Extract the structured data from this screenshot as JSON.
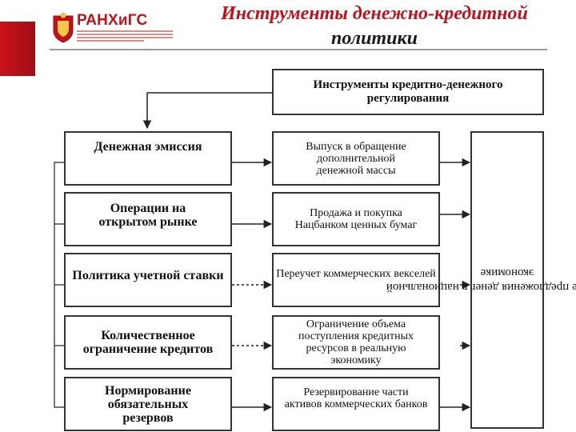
{
  "header": {
    "brand": "РАНХиГС",
    "title_line1": "Инструменты денежно-кредитной",
    "title_line2": "политики"
  },
  "diagram": {
    "top": "Инструменты кредитно-денежного регулирования",
    "instruments": [
      "Денежная эмиссия",
      "Операции на открытом рынке",
      "Политика учетной ставки",
      "Количественное ограничение кредитов",
      "Нормирование обязательных резервов"
    ],
    "effects": [
      "Выпуск в обращение дополнительной денежной массы",
      "Продажа и покупка Нацбанком ценных бумаг",
      "Переучет коммерческих векселей",
      "Ограничение объема поступления кредитных ресурсов в реальную экономику",
      "Резервирование части активов коммерческих банков"
    ],
    "result": "Изменение предложения денег в национальной экономике"
  },
  "colors": {
    "accent": "#c1121c",
    "border": "#333333"
  }
}
